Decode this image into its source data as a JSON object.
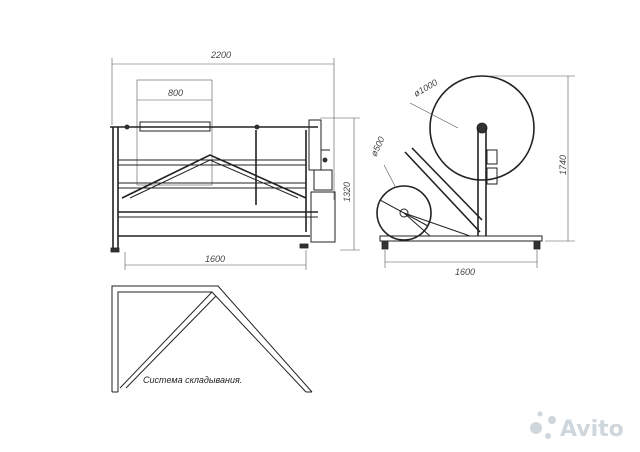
{
  "dimensions": {
    "front_width": "2200",
    "front_inner": "800",
    "front_base": "1600",
    "front_height": "1320",
    "side_large_dia": "ø1000",
    "side_small_dia": "ø500",
    "side_height": "1740",
    "side_base": "1600"
  },
  "caption": "Система складывания.",
  "watermark": "Avito"
}
